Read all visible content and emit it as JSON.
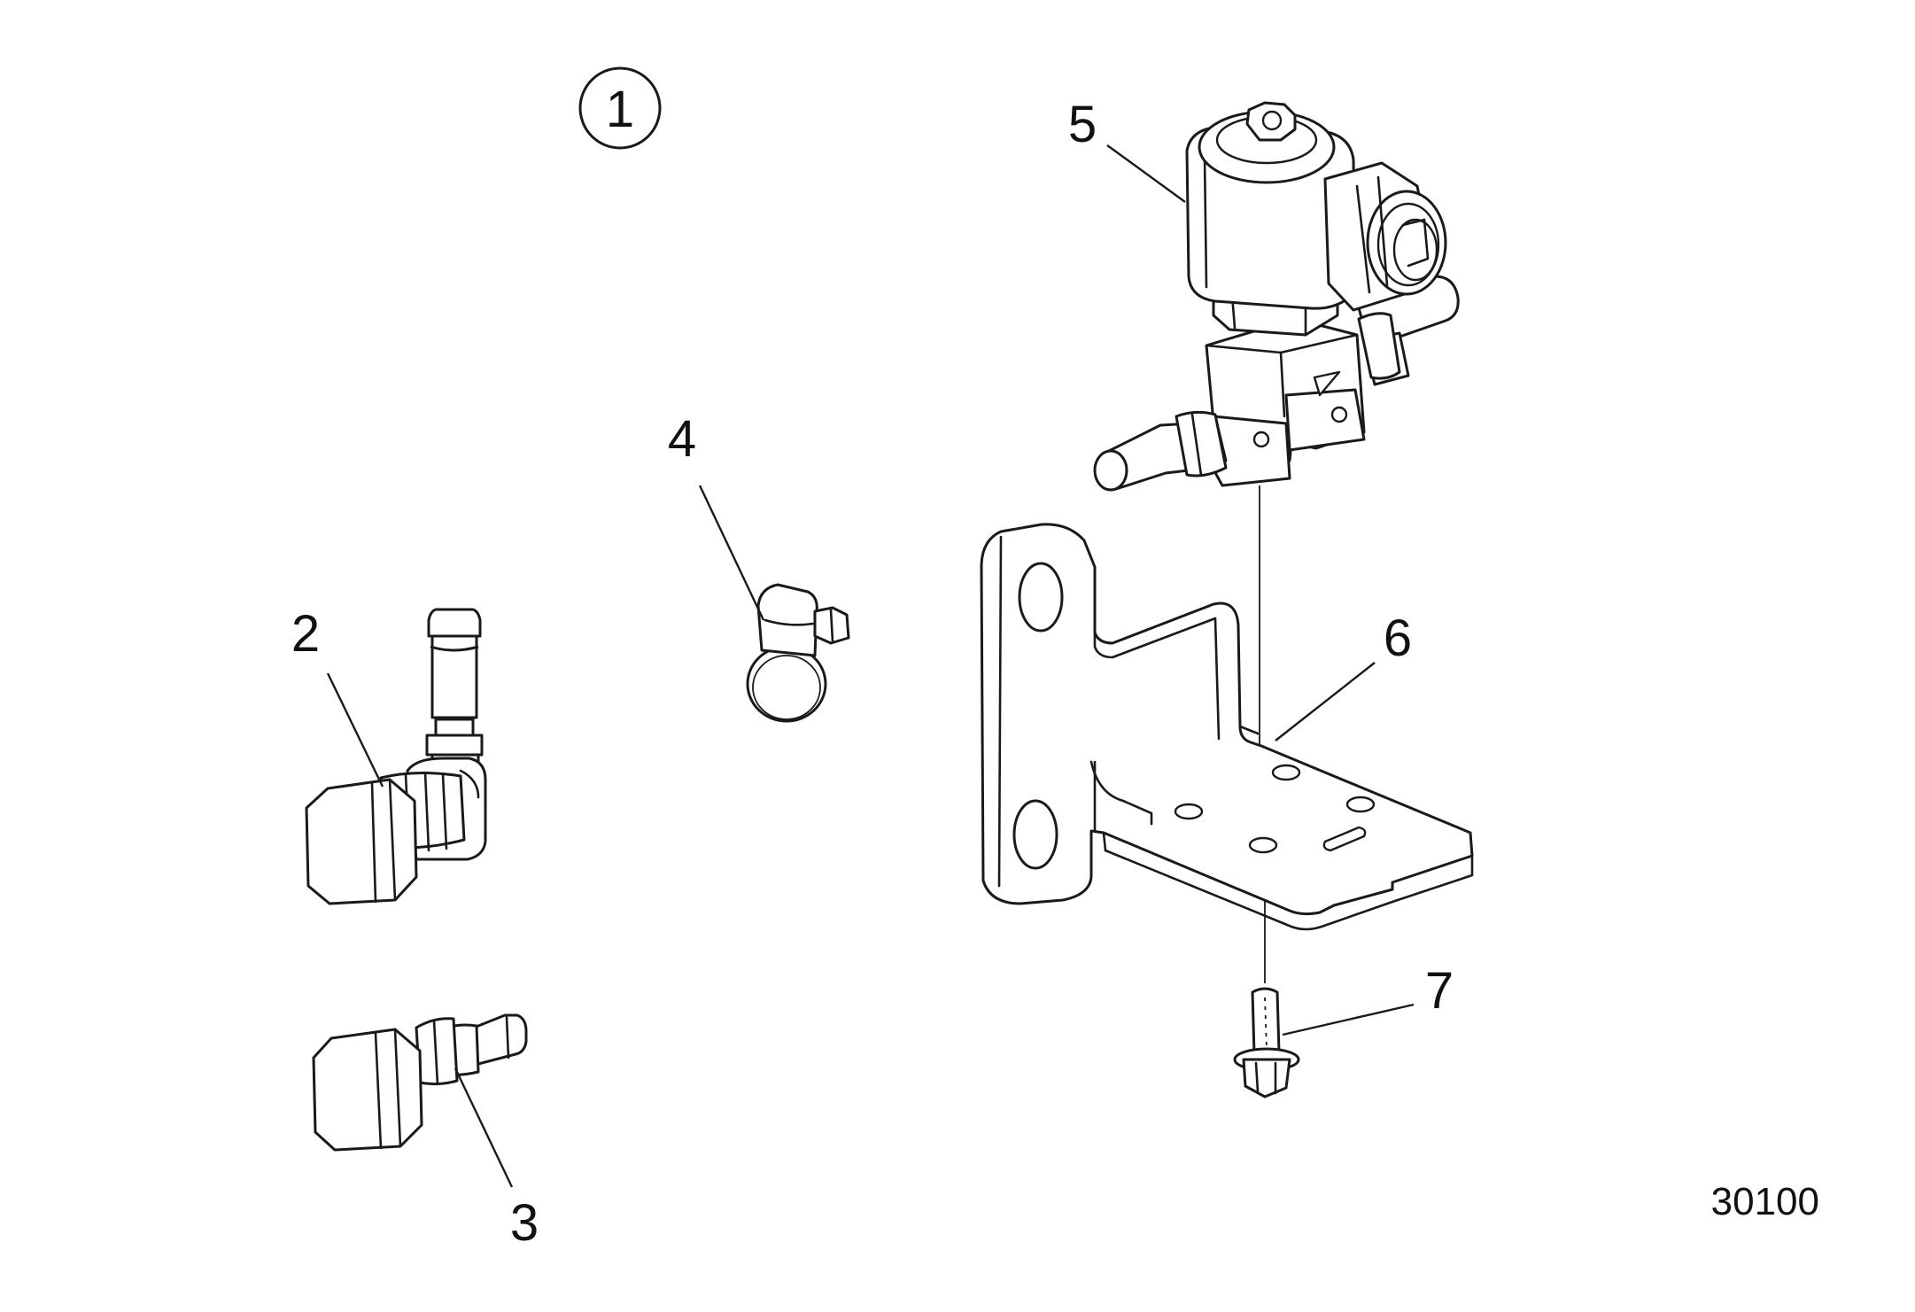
{
  "group_label": "1",
  "callouts": {
    "c2": "2",
    "c3": "3",
    "c4": "4",
    "c5": "5",
    "c6": "6",
    "c7": "7"
  },
  "reference_number": "30100",
  "colors": {
    "line": "#1a1a1a",
    "background": "#ffffff"
  }
}
